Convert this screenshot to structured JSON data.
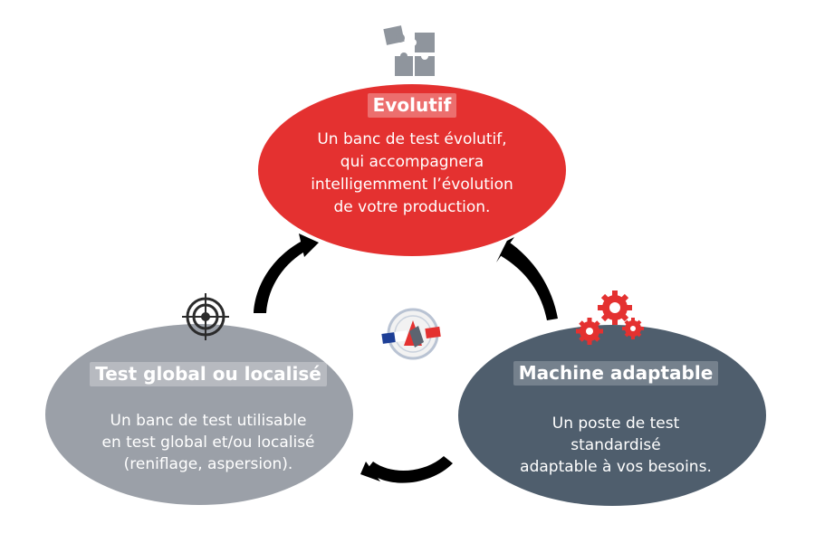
{
  "colors": {
    "evolutif": "#e43130",
    "global": "#9ba0a8",
    "machine": "#4f5e6d",
    "arrow": "#000000",
    "puzzle": "#8f959d",
    "gears": "#e43130",
    "target": "#2b2b2b"
  },
  "nodes": {
    "evolutif": {
      "title": "Evolutif",
      "lines": [
        "Un banc de test évolutif,",
        "qui accompagnera",
        "intelligemment l’évolution",
        "de votre production."
      ],
      "icon": "puzzle-icon"
    },
    "global": {
      "title": "Test global ou localisé",
      "lines": [
        "Un banc de test utilisable",
        "en test global et/ou localisé",
        "(reniflage,  aspersion)."
      ],
      "icon": "target-icon"
    },
    "machine": {
      "title": "Machine adaptable",
      "lines": [
        "Un poste de test",
        "standardisé",
        "adaptable à vos besoins."
      ],
      "icon": "gears-icon"
    }
  },
  "center": {
    "icon": "french-made-badge-icon"
  }
}
